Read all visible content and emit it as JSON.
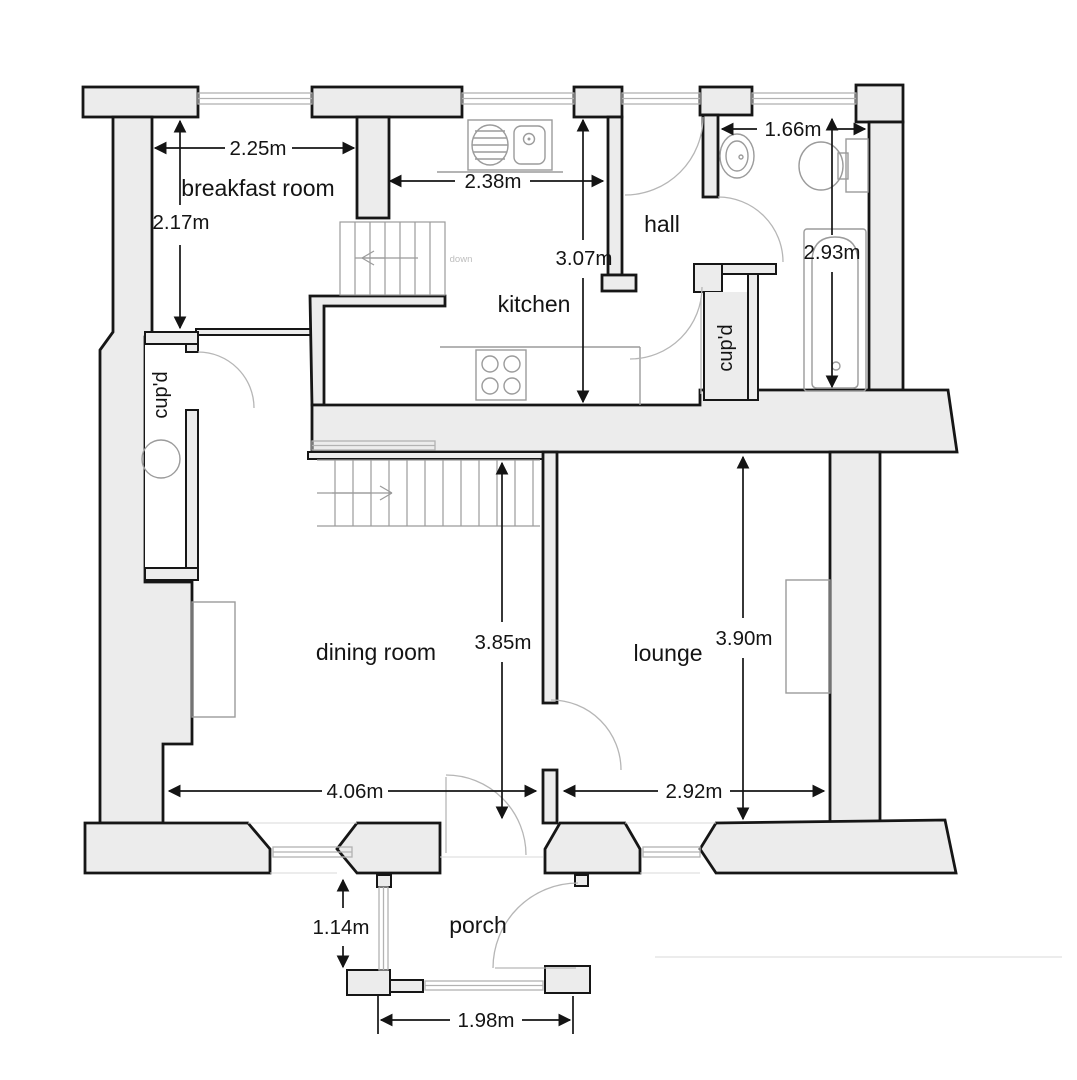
{
  "plan": {
    "rooms": {
      "breakfast_room": {
        "name": "breakfast room",
        "width": "2.25m",
        "depth": "2.17m"
      },
      "kitchen": {
        "name": "kitchen",
        "width": "2.38m",
        "depth": "3.07m"
      },
      "hall": {
        "name": "hall"
      },
      "bathroom": {
        "width": "1.66m",
        "depth": "2.93m"
      },
      "cupboard_breakfast": {
        "name": "cup'd"
      },
      "cupboard_hall": {
        "name": "cup'd"
      },
      "dining_room": {
        "name": "dining room",
        "width": "4.06m",
        "depth": "3.85m"
      },
      "lounge": {
        "name": "lounge",
        "width": "2.92m",
        "depth": "3.90m"
      },
      "porch": {
        "name": "porch",
        "width": "1.98m",
        "depth": "1.14m"
      }
    },
    "stairs": {
      "down_label": "down"
    },
    "colors": {
      "wall_fill": "#ececec",
      "outline": "#161616",
      "fixture_gray": "#9b9b9b",
      "dimension_text": "#141414"
    }
  }
}
